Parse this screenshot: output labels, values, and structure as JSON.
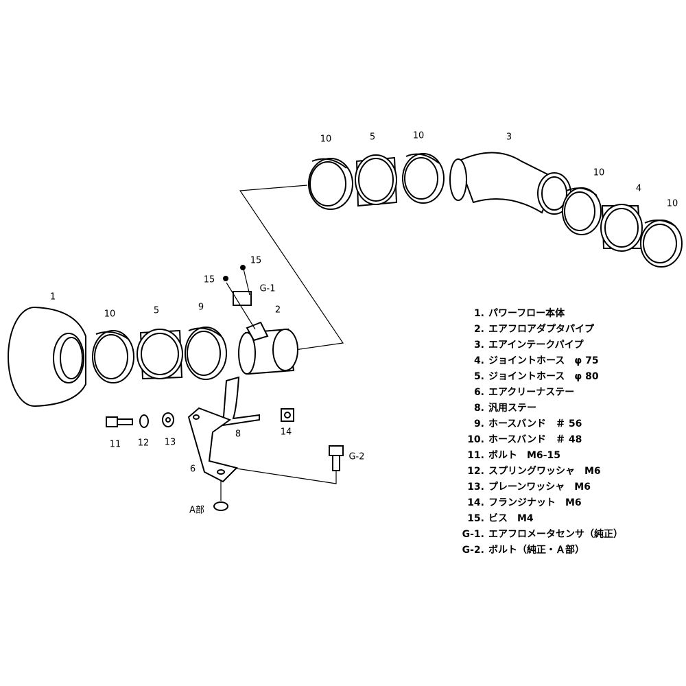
{
  "callouts": [
    "10",
    "5",
    "10",
    "3",
    "10",
    "4",
    "10",
    "15",
    "15",
    "G-1",
    "1",
    "10",
    "5",
    "9",
    "2",
    "11",
    "12",
    "13",
    "8",
    "14",
    "6",
    "G-2",
    "A部"
  ],
  "legend": [
    {
      "num": "1.",
      "text": "パワーフロー本体"
    },
    {
      "num": "2.",
      "text": "エアフロアダプタパイプ"
    },
    {
      "num": "3.",
      "text": "エアインテークパイプ"
    },
    {
      "num": "4.",
      "text": "ジョイントホース　φ 75"
    },
    {
      "num": "5.",
      "text": "ジョイントホース　φ 80"
    },
    {
      "num": "6.",
      "text": "エアクリーナステー"
    },
    {
      "num": "8.",
      "text": "汎用ステー"
    },
    {
      "num": "9.",
      "text": "ホースバンド　＃ 56"
    },
    {
      "num": "10.",
      "text": "ホースバンド　＃ 48"
    },
    {
      "num": "11.",
      "text": "ボルト　M6-15"
    },
    {
      "num": "12.",
      "text": "スプリングワッシャ　M6"
    },
    {
      "num": "13.",
      "text": "プレーンワッシャ　M6"
    },
    {
      "num": "14.",
      "text": "フランジナット　M6"
    },
    {
      "num": "15.",
      "text": "ビス　M4"
    },
    {
      "num": "G-1.",
      "text": "エアフロメータセンサ（純正）"
    },
    {
      "num": "G-2.",
      "text": "ボルト（純正・Ａ部）"
    }
  ]
}
